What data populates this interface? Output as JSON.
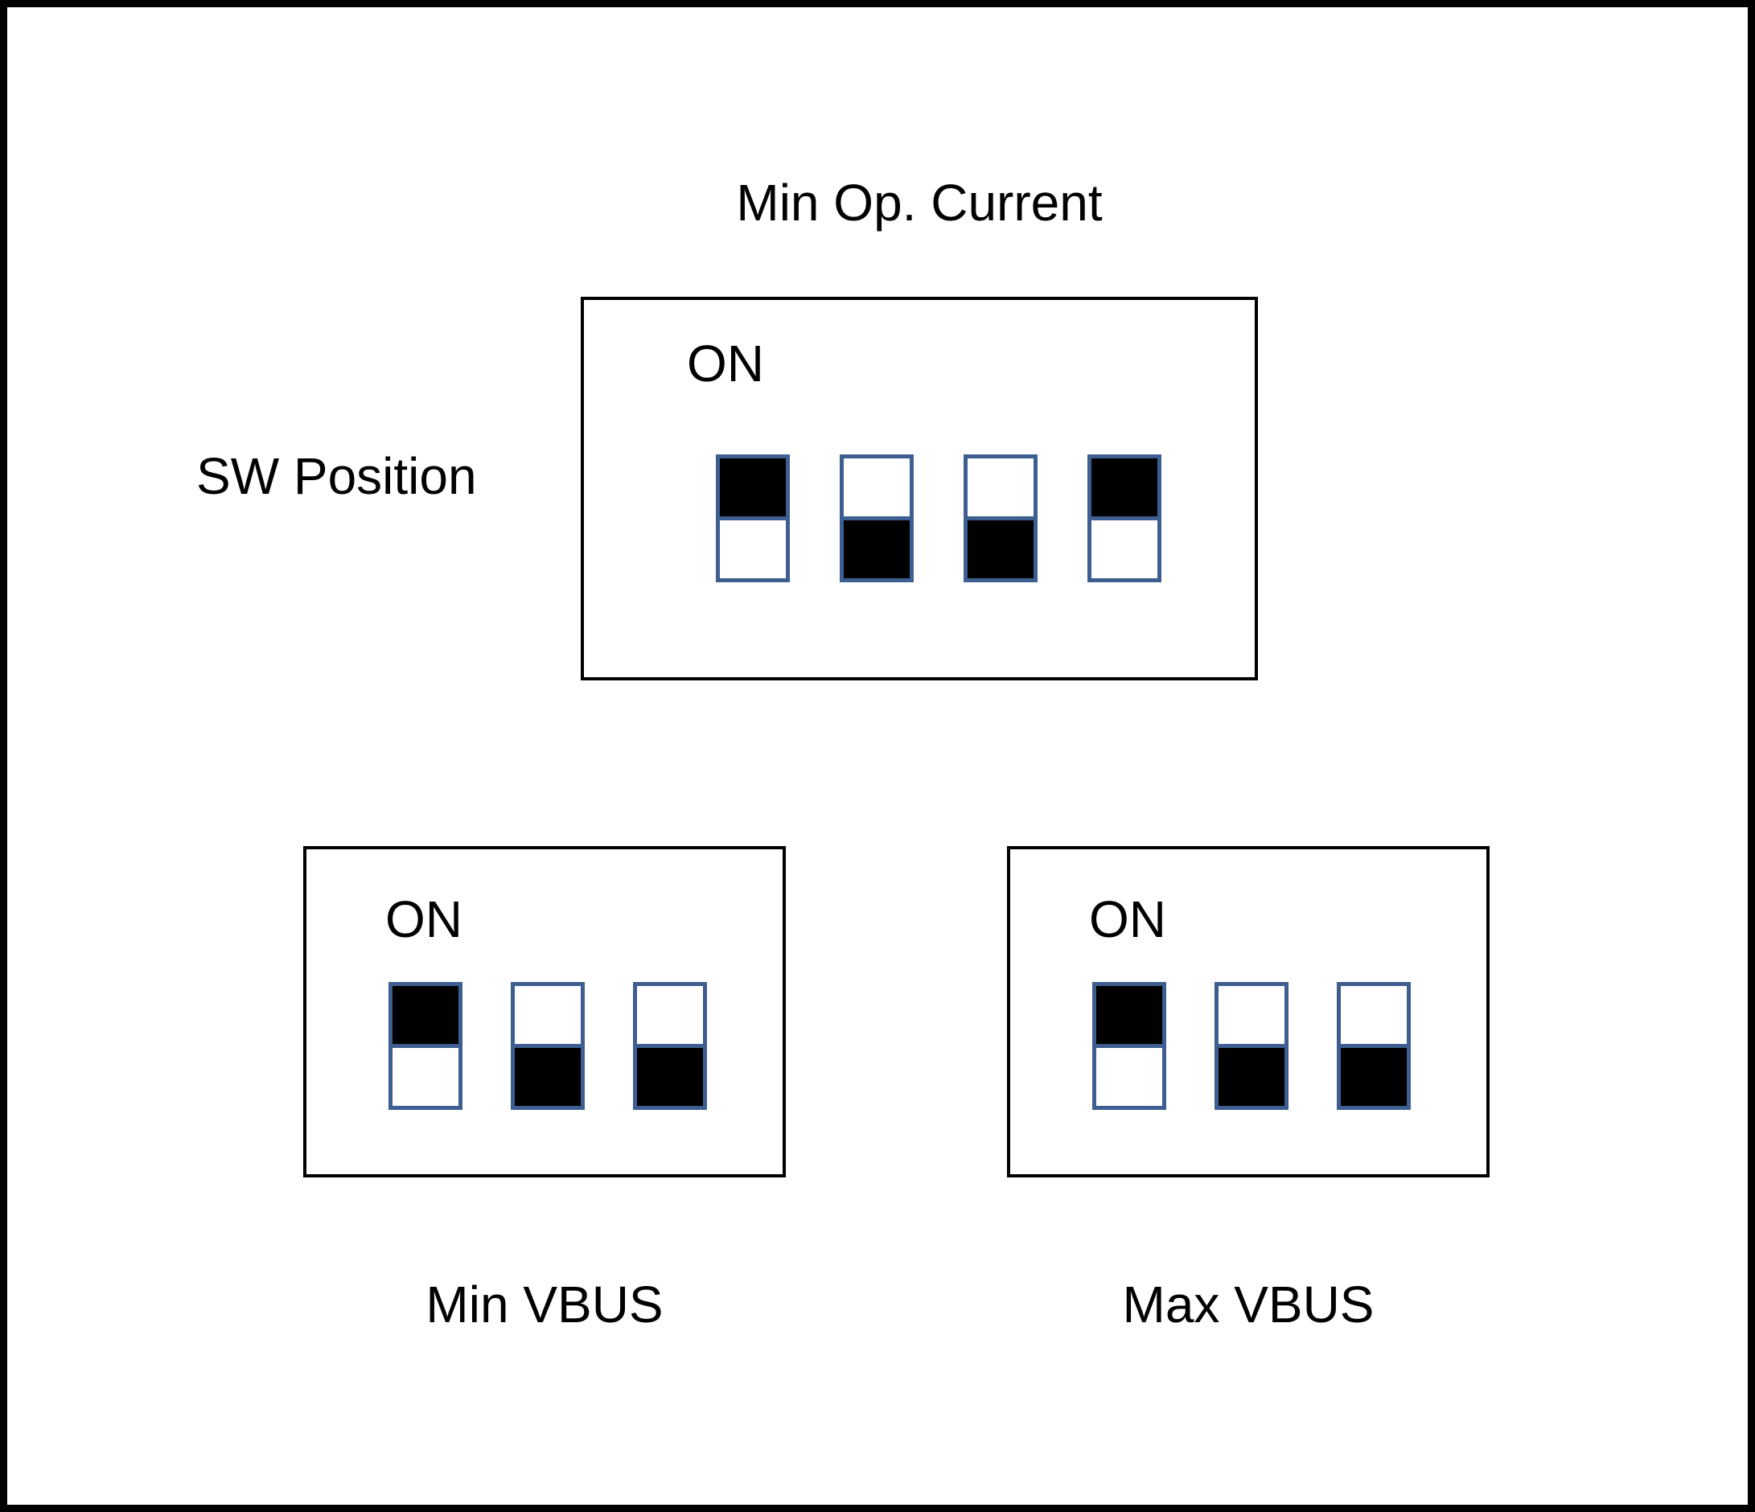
{
  "colors": {
    "switch_border": "#3d5e91",
    "switch_on_fill": "#000000",
    "switch_off_fill": "#ffffff",
    "outline": "#000000",
    "text": "#000000",
    "background": "#ffffff"
  },
  "top_panel": {
    "title": "Min Op. Current",
    "side_label": "SW Position",
    "on_label": "ON",
    "switches": [
      "on",
      "off",
      "off",
      "on"
    ]
  },
  "bottom_left_panel": {
    "on_label": "ON",
    "caption": "Min VBUS",
    "switches": [
      "on",
      "off",
      "off"
    ]
  },
  "bottom_right_panel": {
    "on_label": "ON",
    "caption": "Max VBUS",
    "switches": [
      "on",
      "off",
      "off"
    ]
  }
}
